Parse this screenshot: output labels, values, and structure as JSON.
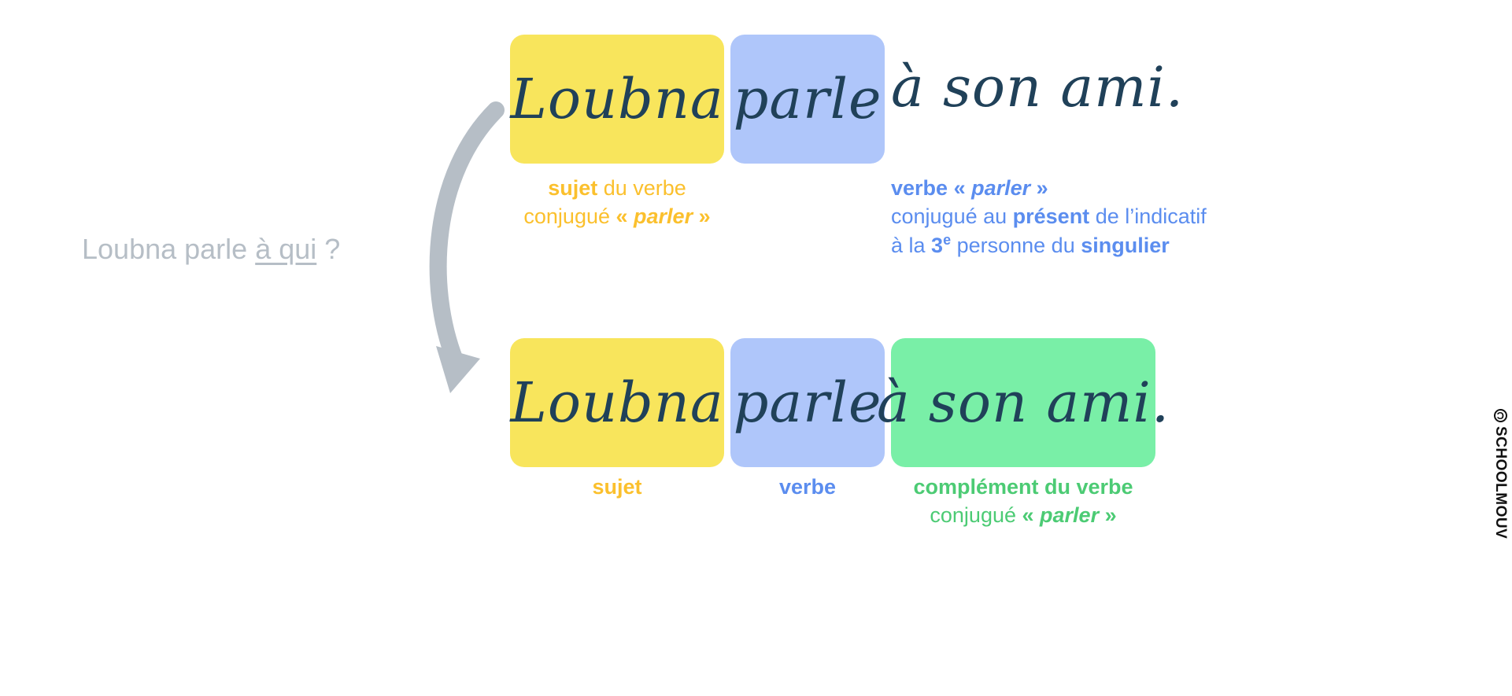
{
  "colors": {
    "yellow_box": "#F8E55C",
    "blue_box": "#AFC6FA",
    "green_box": "#79EFA7",
    "script_ink": "#204159",
    "yellow_text": "#FBC02D",
    "blue_text": "#5B8DEF",
    "green_text": "#4CCB74",
    "grey_text": "#B6BEC6",
    "arrow": "#B6BEC6"
  },
  "question": {
    "before": "Loubna parle ",
    "underlined": "à qui",
    "after": " ?"
  },
  "row1": {
    "subject_word": "Loubna",
    "verb_word": "parle",
    "tail_text": "à son ami.",
    "subject_annotation": {
      "bold1": "sujet",
      "reg1": " du verbe",
      "reg2": "conjugué ",
      "guillemet_open": "« ",
      "italic": "parler",
      "guillemet_close": " »"
    },
    "verb_annotation": {
      "line1_bold": "verbe",
      "line1_quote_open": " « ",
      "line1_italic": "parler",
      "line1_quote_close": " »",
      "line2_reg1": "conjugué au ",
      "line2_bold": "présent",
      "line2_reg2": " de l’indicatif",
      "line3_reg1": "à la ",
      "line3_bold_num": "3",
      "line3_bold_sup": "e",
      "line3_reg2": " personne du ",
      "line3_bold2": "singulier"
    }
  },
  "row2": {
    "subject_word": "Loubna",
    "verb_word": "parle",
    "complement_word": "à son ami.",
    "subject_annotation": "sujet",
    "verb_annotation": "verbe",
    "complement_annotation": {
      "line1": "complément du verbe",
      "line2_reg": "conjugué ",
      "line2_quote_open": "« ",
      "line2_italic": "parler",
      "line2_quote_close": " »"
    }
  },
  "watermark": {
    "symbol": "C",
    "text": "SCHOOLMOUV"
  },
  "icons": {
    "arrow": "curved-arrow-down-icon"
  }
}
